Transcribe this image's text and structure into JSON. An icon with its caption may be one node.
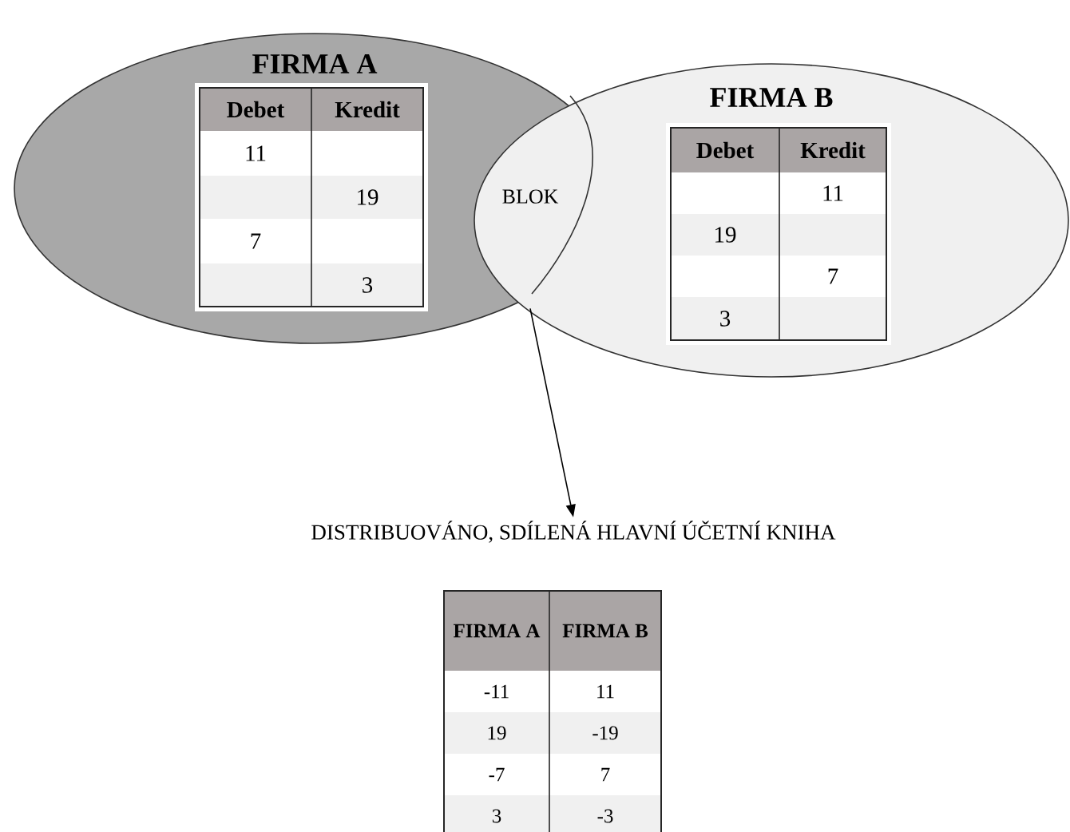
{
  "diagram": {
    "nodes": [
      {
        "text": [
          "FIRMA A"
        ]
      },
      {
        "text": [
          "FIRMA B"
        ]
      },
      {
        "text": [
          "BLOK"
        ]
      },
      {
        "text": [
          "DISTRIBUOVÁNO, SDÍLENÁ HLAVNÍ ÚČETNÍ KNIHA"
        ]
      }
    ],
    "edges": [
      {
        "from": 2,
        "to": 3,
        "arrow": "to"
      }
    ],
    "labels": [
      "Debet",
      "Kredit",
      "11",
      "19",
      "7",
      "3",
      "Debet",
      "Kredit",
      "11",
      "19",
      "7",
      "3",
      "FIRMA A",
      "FIRMA B",
      "-11",
      "11",
      "19",
      "-19",
      "-7",
      "7",
      "3",
      "-3"
    ]
  }
}
